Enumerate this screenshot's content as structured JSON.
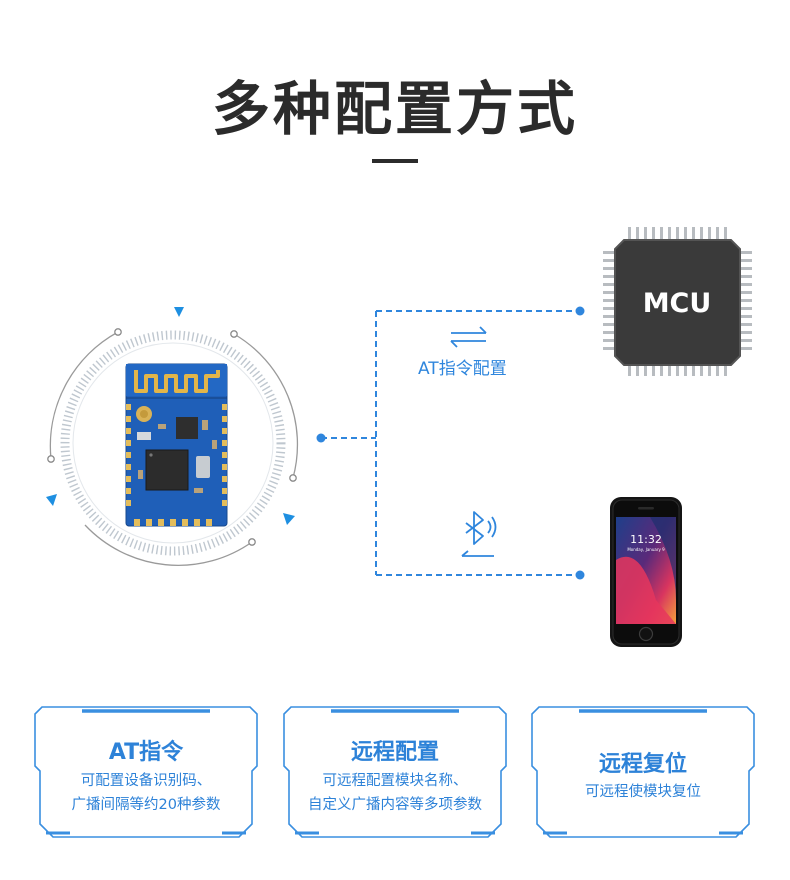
{
  "header": {
    "title": "多种配置方式"
  },
  "mcu": {
    "label": "MCU"
  },
  "connections": {
    "at_label": "AT指令配置"
  },
  "phone": {
    "clock": "11:32",
    "date": "Monday, January 9"
  },
  "cards": [
    {
      "title": "AT指令",
      "lines": [
        "可配置设备识别码、",
        "广播间隔等约20种参数"
      ]
    },
    {
      "title": "远程配置",
      "lines": [
        "可远程配置模块名称、",
        "自定义广播内容等多项参数"
      ]
    },
    {
      "title": "远程复位",
      "lines": [
        "可远程使模块复位"
      ]
    }
  ],
  "colors": {
    "accent": "#2f86dd",
    "title": "#2b2b2b",
    "pcb": "#1f5fb8",
    "chip": "#3a3a3a"
  }
}
